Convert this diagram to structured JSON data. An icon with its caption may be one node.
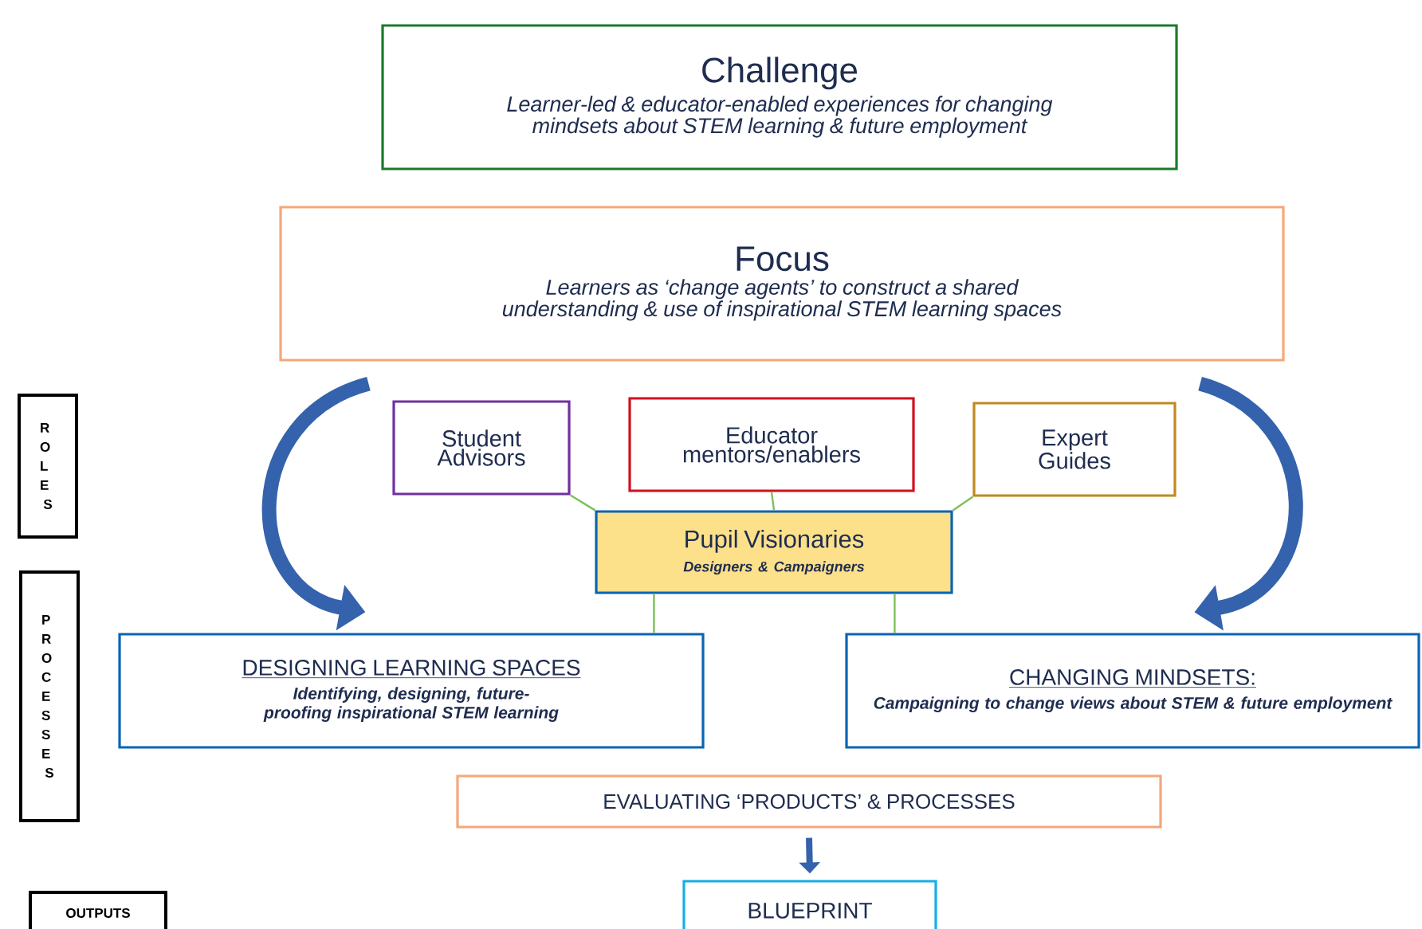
{
  "diagram": {
    "nodes": [
      {
        "text": [
          "Challenge",
          "Learner-led & educator-enabled experiences for changing mindsets about STEM learning & future employment"
        ]
      },
      {
        "text": [
          "Focus",
          "Learners as ‘change agents’ to construct a shared understanding & use of inspirational STEM learning spaces"
        ]
      },
      {
        "text": [
          "Student Advisors"
        ]
      },
      {
        "text": [
          "Educator mentors/enablers"
        ]
      },
      {
        "text": [
          "Expert Guides"
        ]
      },
      {
        "text": [
          "Pupil Visionaries",
          "Designers & Campaigners"
        ]
      },
      {
        "text": [
          "DESIGNING LEARNING SPACES",
          "Identifying, designing, future-proofing inspirational STEM learning"
        ]
      },
      {
        "text": [
          "CHANGING MINDSETS:",
          "Campaigning to change views about STEM & future employment"
        ]
      },
      {
        "text": [
          "EVALUATING ‘PRODUCTS’ & PROCESSES"
        ]
      },
      {
        "text": [
          "BLUEPRINT"
        ]
      },
      {
        "text": [
          "ROLES"
        ]
      },
      {
        "text": [
          "PROCESSES"
        ]
      },
      {
        "text": [
          "OUTPUTS"
        ]
      }
    ],
    "edges": [
      {
        "from": 2,
        "to": 5,
        "arrow": "none"
      },
      {
        "from": 3,
        "to": 5,
        "arrow": "none"
      },
      {
        "from": 4,
        "to": 5,
        "arrow": "none"
      },
      {
        "from": 5,
        "to": 6,
        "arrow": "none"
      },
      {
        "from": 5,
        "to": 7,
        "arrow": "none"
      },
      {
        "from": 1,
        "to": 6,
        "arrow": "to",
        "style": "thick",
        "color": "#3562ad"
      },
      {
        "from": 1,
        "to": 7,
        "arrow": "to",
        "style": "thick",
        "color": "#3562ad"
      },
      {
        "from": 8,
        "to": 9,
        "arrow": "to",
        "style": "thick",
        "color": "#3562ad"
      }
    ]
  }
}
